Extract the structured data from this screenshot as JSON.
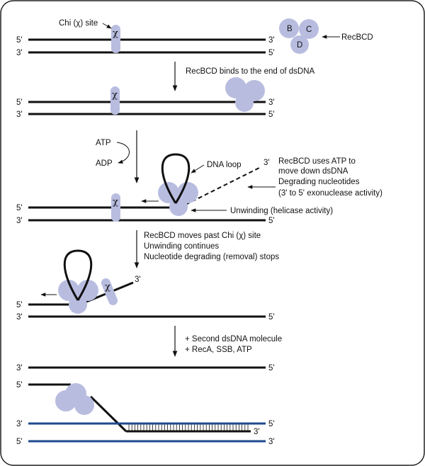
{
  "colors": {
    "strand": "#111111",
    "blue_strand": "#1d4a8f",
    "protein": "#b8bde0",
    "chi_box": "#b8bde0",
    "frame": "#222222"
  },
  "ends": {
    "five": "5'",
    "three": "3'"
  },
  "panel1": {
    "chi_label": "Chi (χ) site",
    "chi_symbol": "χ",
    "subunit_b": "B",
    "subunit_c": "C",
    "subunit_d": "D",
    "recbcd_label": "RecBCD"
  },
  "step1": {
    "caption": "RecBCD binds to the end of dsDNA"
  },
  "panel2": {
    "chi_symbol": "χ"
  },
  "step2": {
    "atp": "ATP",
    "adp": "ADP",
    "loop_label": "DNA loop",
    "desc_lines": [
      "RecBCD uses ATP to",
      "move down dsDNA",
      "Degrading nucleotides",
      "(3' to 5' exonuclease activity)"
    ],
    "unwinding_label": "Unwinding (helicase activity)",
    "chi_symbol": "χ"
  },
  "step3": {
    "lines": [
      "RecBCD moves past Chi (χ) site",
      "Unwinding continues",
      "Nucleotide degrading (removal) stops"
    ]
  },
  "panel4": {
    "chi_symbol": "χ"
  },
  "step4": {
    "lines": [
      "+ Second dsDNA molecule",
      "+ RecA, SSB, ATP"
    ]
  }
}
